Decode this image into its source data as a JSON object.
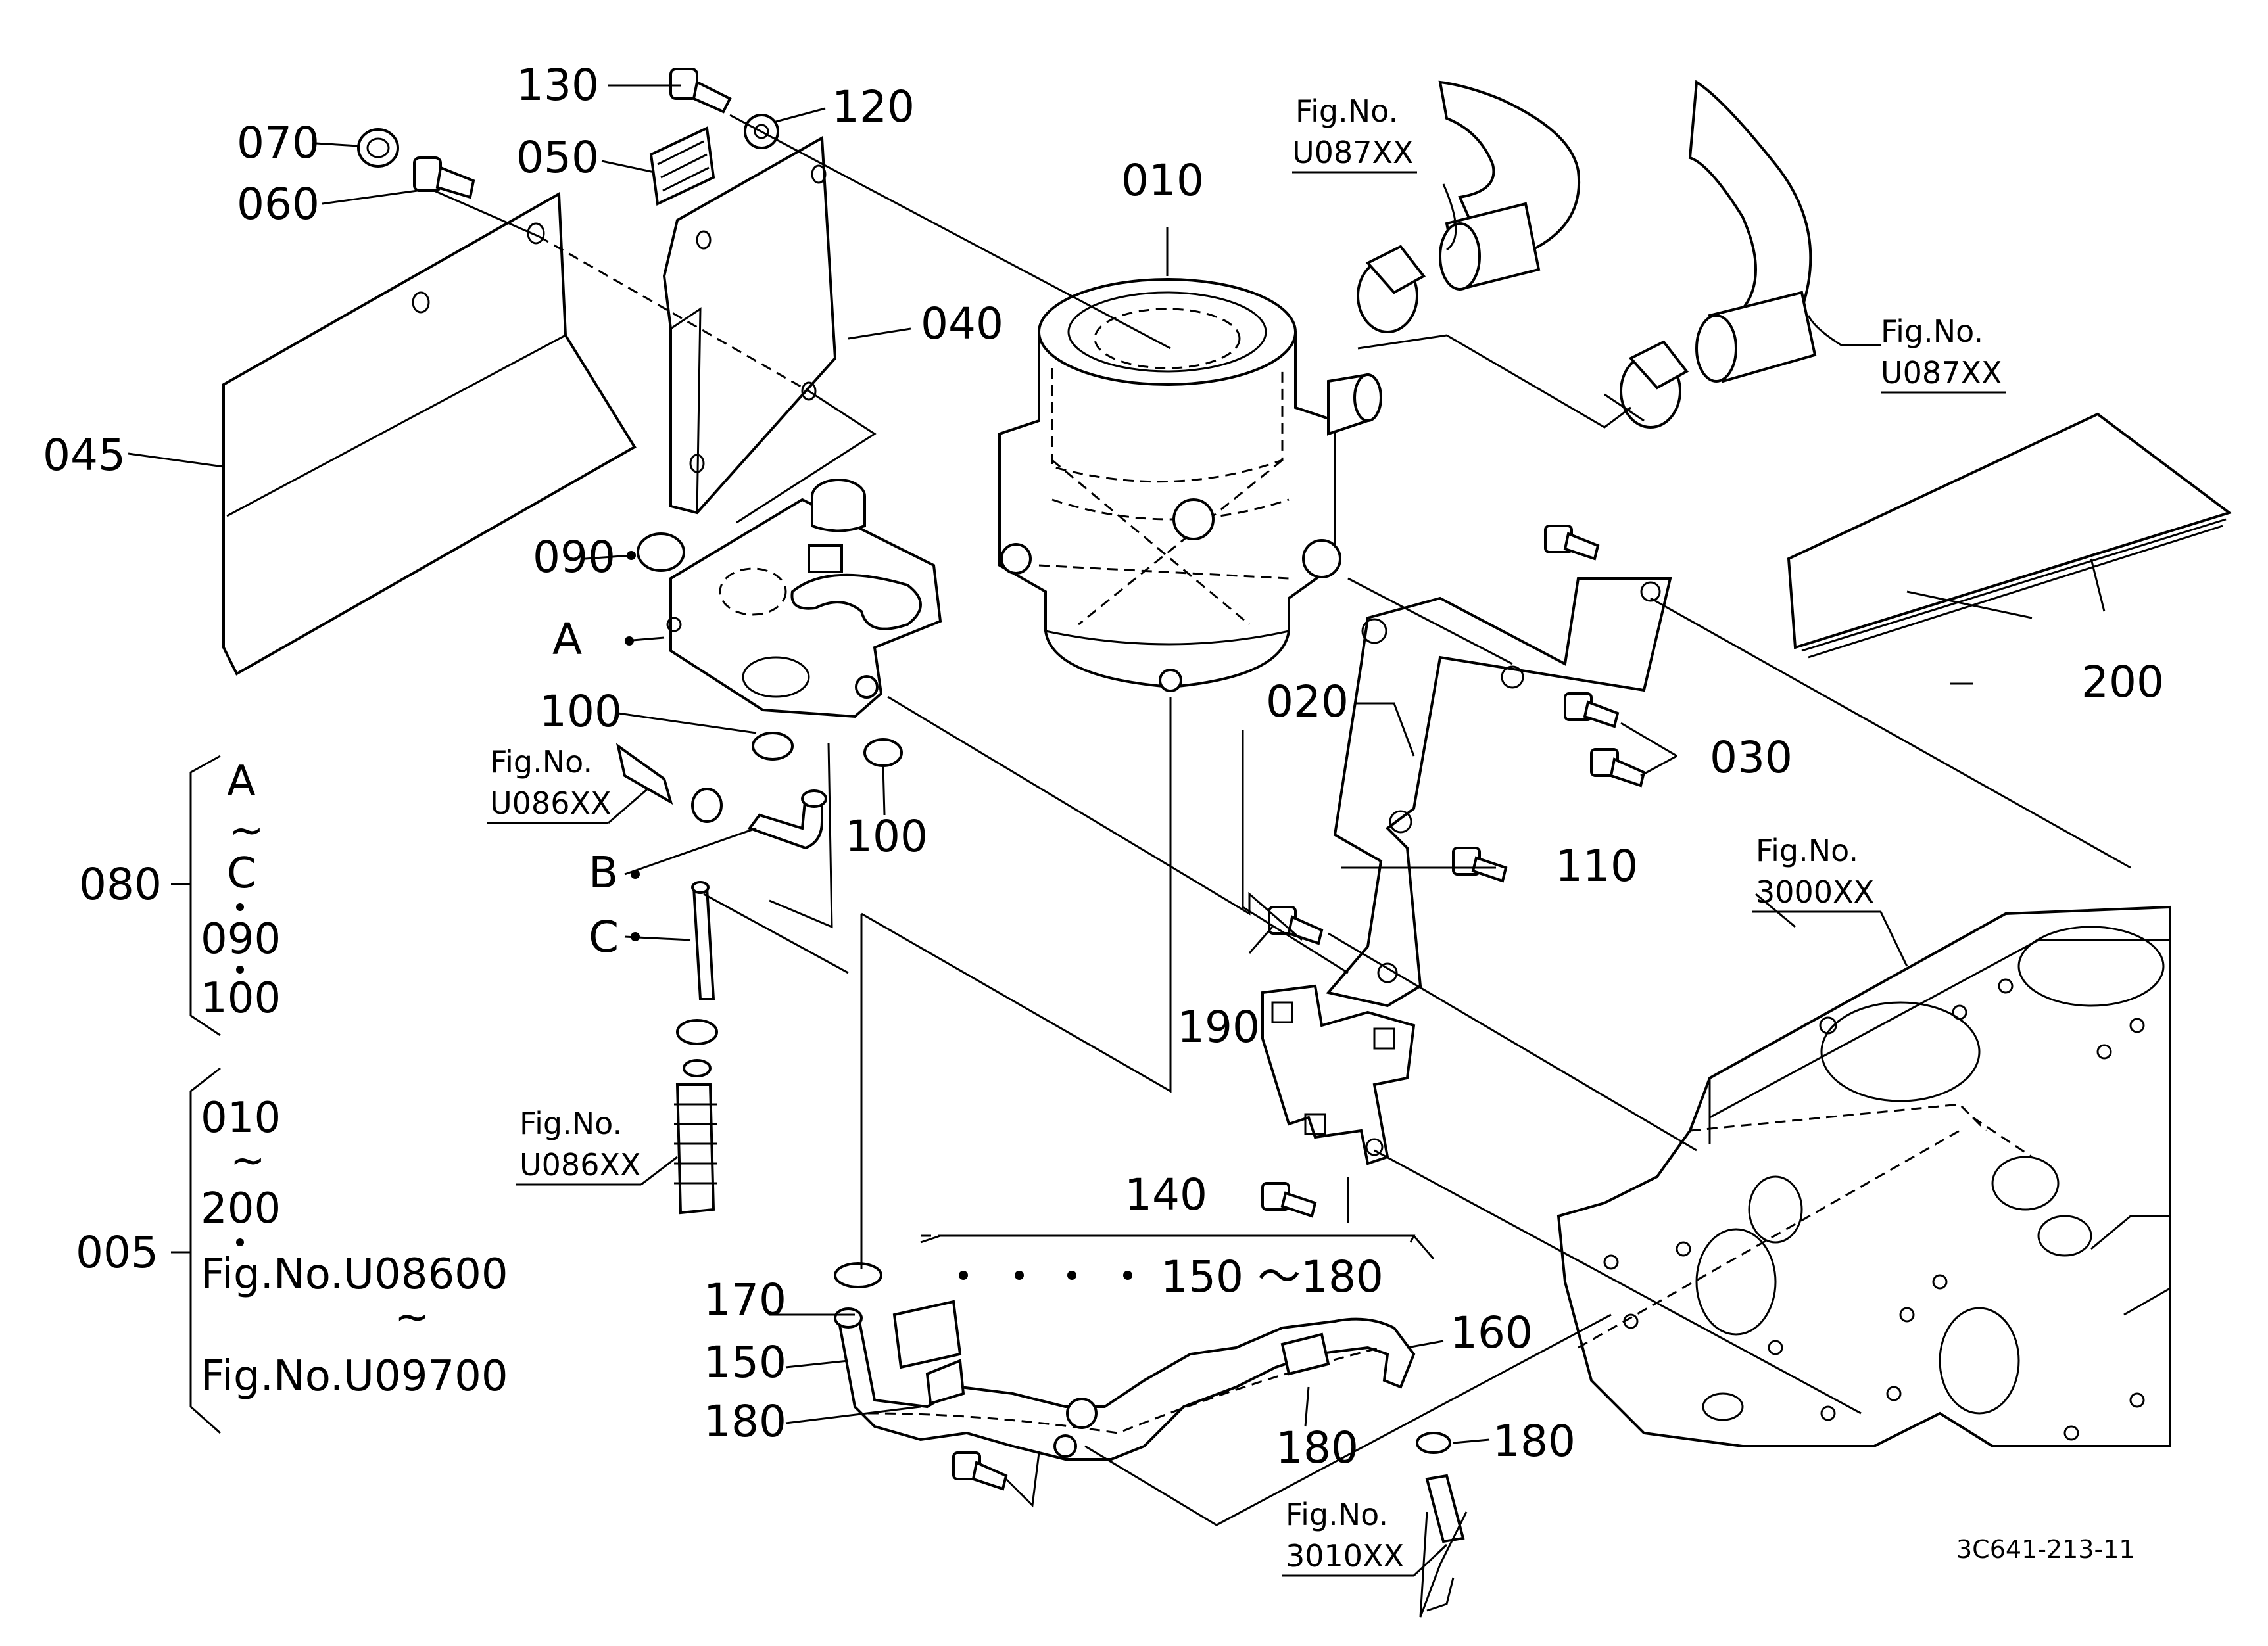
{
  "labels": {
    "p010": "010",
    "p020": "020",
    "p030": "030",
    "p040": "040",
    "p045": "045",
    "p050": "050",
    "p060": "060",
    "p070": "070",
    "p090": "090",
    "p100a": "100",
    "p100b": "100",
    "p110": "110",
    "p120": "120",
    "p130": "130",
    "p140": "140",
    "p150": "150",
    "p150_180": "150 ～180",
    "p160": "160",
    "p170": "170",
    "p180a": "180",
    "p180b": "180",
    "p180c": "180",
    "p190": "190",
    "p200": "200",
    "ptA": "A",
    "ptB": "B",
    "ptC": "C"
  },
  "figrefs": {
    "u087_top": {
      "l1": "Fig.No.",
      "l2": "U087XX"
    },
    "u087_right": {
      "l1": "Fig.No.",
      "l2": "U087XX"
    },
    "u086_top": {
      "l1": "Fig.No.",
      "l2": "U086XX"
    },
    "u086_bottom": {
      "l1": "Fig.No.",
      "l2": "U086XX"
    },
    "f3000": {
      "l1": "Fig.No.",
      "l2": "3000XX"
    },
    "f3010": {
      "l1": "Fig.No.",
      "l2": "3010XX"
    }
  },
  "groups": {
    "g080": {
      "label": "080",
      "lines": [
        "A",
        "~",
        "C",
        "090",
        "100"
      ]
    },
    "g005": {
      "label": "005",
      "lines": [
        "010",
        "~",
        "200",
        "Fig.No.U08600",
        "~",
        "Fig.No.U09700"
      ]
    }
  },
  "footer": {
    "code": "3C641-213-11"
  }
}
